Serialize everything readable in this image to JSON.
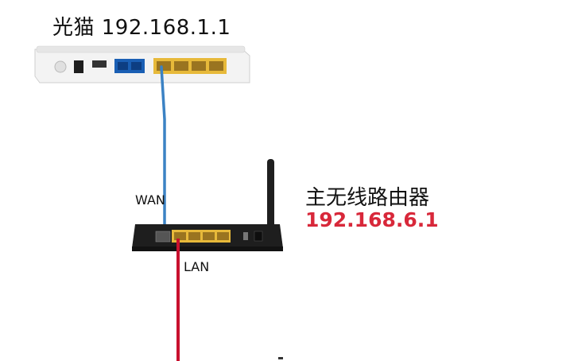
{
  "modem": {
    "label": "光猫  192.168.1.1",
    "port_colors": {
      "body": "#f2f2f2",
      "phone": "#1a5fb4",
      "lan": "#e7b93a"
    }
  },
  "router": {
    "name": "主无线路由器",
    "ip": "192.168.6.1",
    "wan_label": "WAN",
    "lan_label": "LAN",
    "port_colors": {
      "body": "#1e1e1e",
      "lan": "#e7b93a"
    }
  },
  "cables": {
    "wan_cable_color": "#3b82c4",
    "lan_cable_color": "#c8102e"
  }
}
